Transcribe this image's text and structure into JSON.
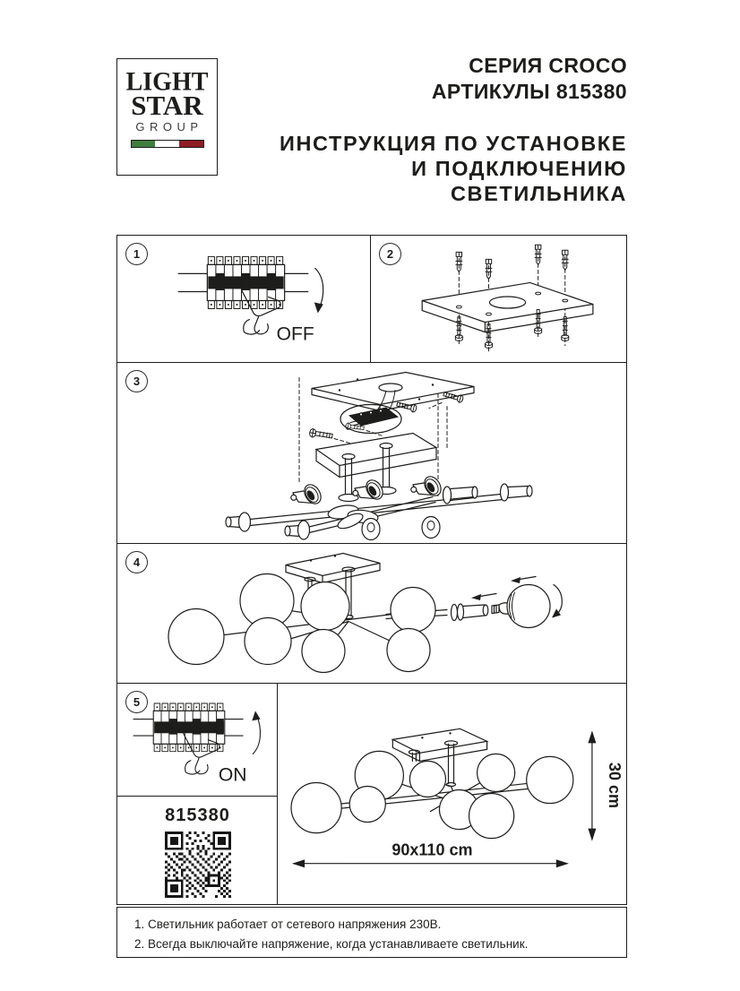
{
  "page": {
    "background": "#ffffff",
    "line_color": "#1d1d1b"
  },
  "logo": {
    "title_line1": "LIGHT",
    "title_line2": "STAR",
    "subtitle": "GROUP",
    "flag": {
      "green": "#3e7e3e",
      "white": "#ffffff",
      "red": "#8e1c23"
    }
  },
  "header": {
    "series": "СЕРИЯ CROCO",
    "articles": "АРТИКУЛЫ 815380",
    "instruction_line1": "ИНСТРУКЦИЯ ПО УСТАНОВКЕ",
    "instruction_line2": "И ПОДКЛЮЧЕНИЮ СВЕТИЛЬНИКА"
  },
  "steps": {
    "step1": {
      "number": "1",
      "power_label": "OFF"
    },
    "step2": {
      "number": "2"
    },
    "step3": {
      "number": "3"
    },
    "step4": {
      "number": "4"
    },
    "step5": {
      "number": "5",
      "power_label": "ON"
    }
  },
  "product": {
    "article_number": "815380"
  },
  "dimensions": {
    "width": "90x110 cm",
    "height": "30 cm"
  },
  "footnotes": {
    "note1": "1. Светильник работает от сетевого напряжения 230В.",
    "note2": "2. Всегда выключайте напряжение, когда устанавливаете светильник."
  }
}
